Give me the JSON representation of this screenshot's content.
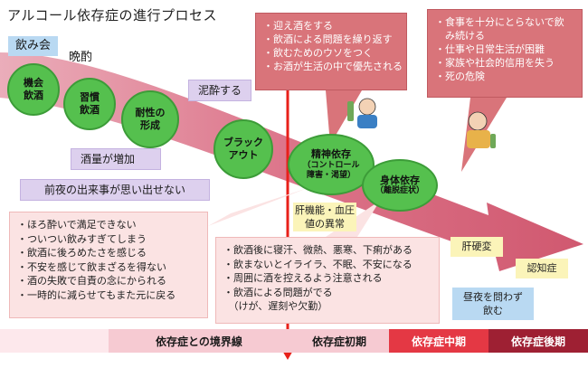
{
  "title": "アルコール依存症の進行プロセス",
  "tags": {
    "nomikai": "飲み会",
    "banshaku": "晩酌",
    "deisui": "泥酔する",
    "shuryo": "酒量が増加",
    "zenya": "前夜の出来事が思い出せない",
    "kanki": "肝機能・血圧\n値の異常",
    "kankohen": "肝硬変",
    "ninchi": "認知症",
    "chuya": "昼夜を問わず\n飲む"
  },
  "stages": {
    "s1": "機会\n飲酒",
    "s2": "習慣\n飲酒",
    "s3": "耐性の\n形成",
    "s4": "ブラック\nアウト",
    "s5_main": "精神依存",
    "s5_sub": "（コントロール\n障害・渇望）",
    "s6_main": "身体依存",
    "s6_sub": "（離脱症状）"
  },
  "box_mid_top": [
    "・迎え酒をする",
    "・飲酒による問題を繰り返す",
    "・飲むためのウソをつく",
    "・お酒が生活の中で優先される"
  ],
  "box_right_top": [
    "・食事を十分にとらないで飲",
    "　み続ける",
    "・仕事や日常生活が困難",
    "・家族や社会的信用を失う",
    "・死の危険"
  ],
  "box_left_bottom": [
    "・ほろ酔いで満足できない",
    "・ついつい飲みすぎてしまう",
    "・飲酒に後ろめたさを感じる",
    "・不安を感じて飲まざるを得ない",
    "・酒の失敗で自責の念にかられる",
    "・一時的に減らせてもまた元に戻る"
  ],
  "box_mid_bottom": [
    "・飲酒後に寝汗、微熱、悪寒、下痢がある",
    "・飲まないとイライラ、不眠、不安になる",
    "・周囲に酒を控えるよう注意される",
    "・飲酒による問題がでる",
    "　（けが、遅刻や欠勤）"
  ],
  "bottom_bar": {
    "boundary": "依存症との境界線",
    "early": "依存症初期",
    "middle": "依存症中期",
    "late": "依存症後期"
  },
  "colors": {
    "arrow": "#cd4b64",
    "circle_green": "#55c04e",
    "bar_pink": "#f6cad2",
    "bar_middle": "#e43844",
    "bar_late": "#9e2033",
    "red_line": "#e8201a"
  }
}
